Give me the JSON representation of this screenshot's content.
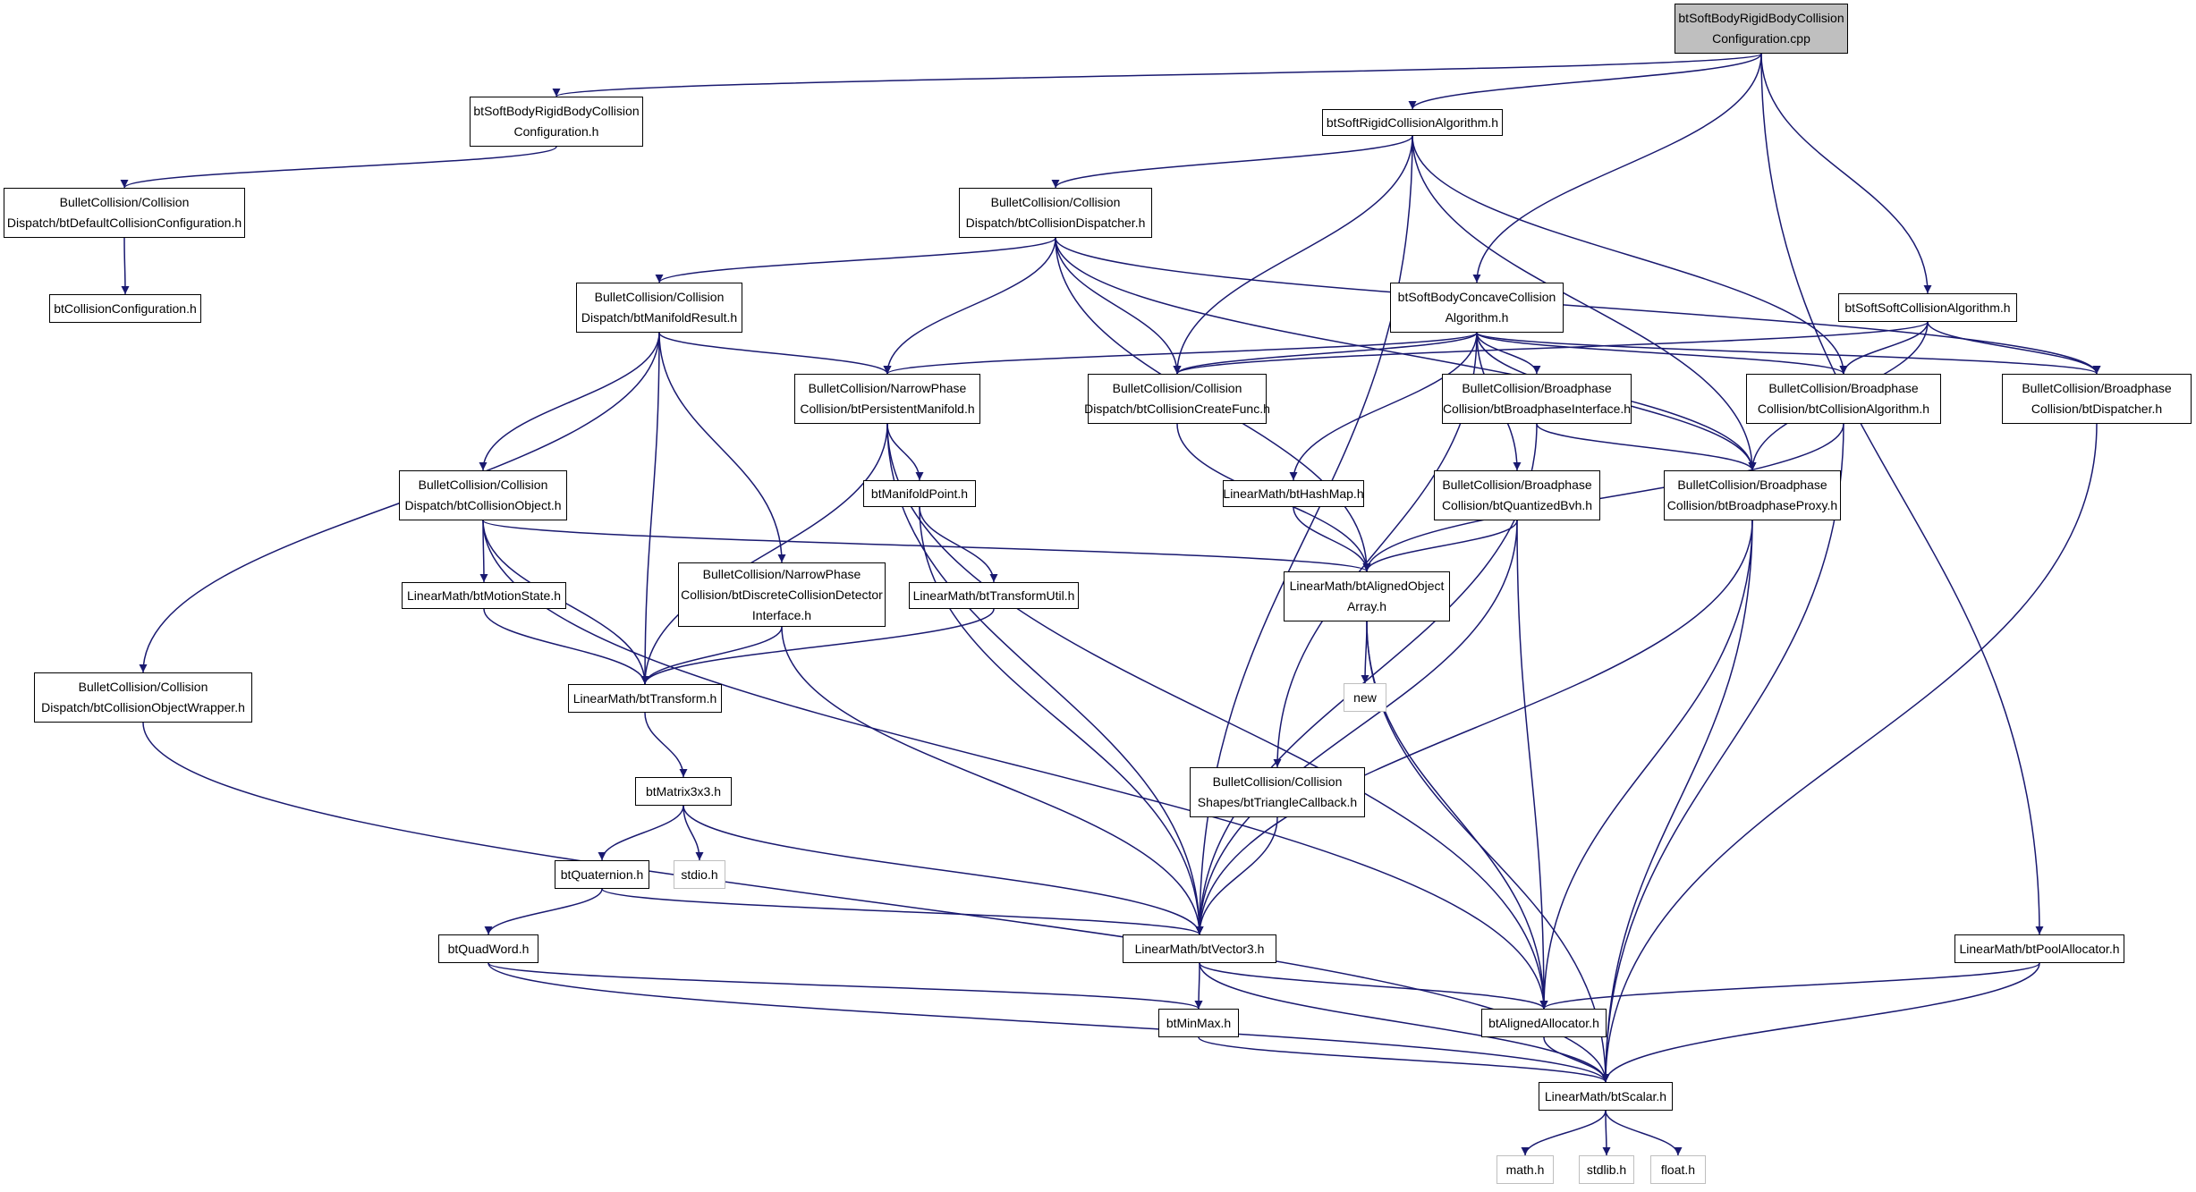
{
  "colors": {
    "edge": "#191970",
    "root_fill": "#bfbfbf",
    "node_border": "#000000",
    "external_border": "#bfbfbf"
  },
  "nodes": [
    {
      "id": "root",
      "label": "btSoftBodyRigidBodyCollision\nConfiguration.cpp",
      "kind": "root"
    },
    {
      "id": "sbrbConfH",
      "label": "btSoftBodyRigidBodyCollision\nConfiguration.h",
      "kind": "file"
    },
    {
      "id": "softRigidAlgo",
      "label": "btSoftRigidCollisionAlgorithm.h",
      "kind": "file"
    },
    {
      "id": "defaultConfig",
      "label": "BulletCollision/Collision\nDispatch/btDefaultCollisionConfiguration.h",
      "kind": "file"
    },
    {
      "id": "collisionConfig",
      "label": "btCollisionConfiguration.h",
      "kind": "file"
    },
    {
      "id": "collisionDispatcher",
      "label": "BulletCollision/Collision\nDispatch/btCollisionDispatcher.h",
      "kind": "file"
    },
    {
      "id": "manifoldResult",
      "label": "BulletCollision/Collision\nDispatch/btManifoldResult.h",
      "kind": "file"
    },
    {
      "id": "concaveAlgo",
      "label": "btSoftBodyConcaveCollision\nAlgorithm.h",
      "kind": "file"
    },
    {
      "id": "softSoftAlgo",
      "label": "btSoftSoftCollisionAlgorithm.h",
      "kind": "file"
    },
    {
      "id": "persistentManifold",
      "label": "BulletCollision/NarrowPhase\nCollision/btPersistentManifold.h",
      "kind": "file"
    },
    {
      "id": "createFunc",
      "label": "BulletCollision/Collision\nDispatch/btCollisionCreateFunc.h",
      "kind": "file"
    },
    {
      "id": "broadphaseInterface",
      "label": "BulletCollision/Broadphase\nCollision/btBroadphaseInterface.h",
      "kind": "file"
    },
    {
      "id": "bpCollisionAlgo",
      "label": "BulletCollision/Broadphase\nCollision/btCollisionAlgorithm.h",
      "kind": "file"
    },
    {
      "id": "bpDispatcher",
      "label": "BulletCollision/Broadphase\nCollision/btDispatcher.h",
      "kind": "file"
    },
    {
      "id": "collisionObject",
      "label": "BulletCollision/Collision\nDispatch/btCollisionObject.h",
      "kind": "file"
    },
    {
      "id": "manifoldPoint",
      "label": "btManifoldPoint.h",
      "kind": "file"
    },
    {
      "id": "hashMap",
      "label": "LinearMath/btHashMap.h",
      "kind": "file"
    },
    {
      "id": "quantizedBvh",
      "label": "BulletCollision/Broadphase\nCollision/btQuantizedBvh.h",
      "kind": "file"
    },
    {
      "id": "broadphaseProxy",
      "label": "BulletCollision/Broadphase\nCollision/btBroadphaseProxy.h",
      "kind": "file"
    },
    {
      "id": "motionState",
      "label": "LinearMath/btMotionState.h",
      "kind": "file"
    },
    {
      "id": "discreteDetector",
      "label": "BulletCollision/NarrowPhase\nCollision/btDiscreteCollisionDetector\nInterface.h",
      "kind": "file"
    },
    {
      "id": "transformUtil",
      "label": "LinearMath/btTransformUtil.h",
      "kind": "file"
    },
    {
      "id": "alignedObjectArray",
      "label": "LinearMath/btAlignedObject\nArray.h",
      "kind": "file"
    },
    {
      "id": "objectWrapper",
      "label": "BulletCollision/Collision\nDispatch/btCollisionObjectWrapper.h",
      "kind": "file"
    },
    {
      "id": "transform",
      "label": "LinearMath/btTransform.h",
      "kind": "file"
    },
    {
      "id": "new",
      "label": "new",
      "kind": "external"
    },
    {
      "id": "triangleCallback",
      "label": "BulletCollision/Collision\nShapes/btTriangleCallback.h",
      "kind": "file"
    },
    {
      "id": "matrix3x3",
      "label": "btMatrix3x3.h",
      "kind": "file"
    },
    {
      "id": "quaternion",
      "label": "btQuaternion.h",
      "kind": "file"
    },
    {
      "id": "stdio",
      "label": "stdio.h",
      "kind": "external"
    },
    {
      "id": "vector3",
      "label": "LinearMath/btVector3.h",
      "kind": "file"
    },
    {
      "id": "poolAllocator",
      "label": "LinearMath/btPoolAllocator.h",
      "kind": "file"
    },
    {
      "id": "quadWord",
      "label": "btQuadWord.h",
      "kind": "file"
    },
    {
      "id": "minMax",
      "label": "btMinMax.h",
      "kind": "file"
    },
    {
      "id": "alignedAllocator",
      "label": "btAlignedAllocator.h",
      "kind": "file"
    },
    {
      "id": "scalar",
      "label": "LinearMath/btScalar.h",
      "kind": "file"
    },
    {
      "id": "math",
      "label": "math.h",
      "kind": "external"
    },
    {
      "id": "stdlib",
      "label": "stdlib.h",
      "kind": "external"
    },
    {
      "id": "float",
      "label": "float.h",
      "kind": "external"
    }
  ],
  "edges": [
    [
      "root",
      "sbrbConfH"
    ],
    [
      "root",
      "softRigidAlgo"
    ],
    [
      "root",
      "concaveAlgo"
    ],
    [
      "root",
      "softSoftAlgo"
    ],
    [
      "root",
      "poolAllocator"
    ],
    [
      "sbrbConfH",
      "defaultConfig"
    ],
    [
      "defaultConfig",
      "collisionConfig"
    ],
    [
      "softRigidAlgo",
      "collisionDispatcher"
    ],
    [
      "softRigidAlgo",
      "createFunc"
    ],
    [
      "softRigidAlgo",
      "bpCollisionAlgo"
    ],
    [
      "softRigidAlgo",
      "broadphaseProxy"
    ],
    [
      "softRigidAlgo",
      "vector3"
    ],
    [
      "collisionDispatcher",
      "manifoldResult"
    ],
    [
      "collisionDispatcher",
      "persistentManifold"
    ],
    [
      "collisionDispatcher",
      "createFunc"
    ],
    [
      "collisionDispatcher",
      "bpDispatcher"
    ],
    [
      "collisionDispatcher",
      "broadphaseProxy"
    ],
    [
      "collisionDispatcher",
      "alignedObjectArray"
    ],
    [
      "manifoldResult",
      "persistentManifold"
    ],
    [
      "manifoldResult",
      "collisionObject"
    ],
    [
      "manifoldResult",
      "discreteDetector"
    ],
    [
      "manifoldResult",
      "transform"
    ],
    [
      "manifoldResult",
      "objectWrapper"
    ],
    [
      "concaveAlgo",
      "persistentManifold"
    ],
    [
      "concaveAlgo",
      "createFunc"
    ],
    [
      "concaveAlgo",
      "broadphaseInterface"
    ],
    [
      "concaveAlgo",
      "bpCollisionAlgo"
    ],
    [
      "concaveAlgo",
      "bpDispatcher"
    ],
    [
      "concaveAlgo",
      "broadphaseProxy"
    ],
    [
      "concaveAlgo",
      "hashMap"
    ],
    [
      "concaveAlgo",
      "quantizedBvh"
    ],
    [
      "concaveAlgo",
      "triangleCallback"
    ],
    [
      "softSoftAlgo",
      "createFunc"
    ],
    [
      "softSoftAlgo",
      "bpCollisionAlgo"
    ],
    [
      "softSoftAlgo",
      "bpDispatcher"
    ],
    [
      "softSoftAlgo",
      "broadphaseProxy"
    ],
    [
      "persistentManifold",
      "manifoldPoint"
    ],
    [
      "persistentManifold",
      "transform"
    ],
    [
      "persistentManifold",
      "vector3"
    ],
    [
      "persistentManifold",
      "alignedAllocator"
    ],
    [
      "createFunc",
      "alignedObjectArray"
    ],
    [
      "broadphaseInterface",
      "broadphaseProxy"
    ],
    [
      "broadphaseInterface",
      "vector3"
    ],
    [
      "bpCollisionAlgo",
      "alignedObjectArray"
    ],
    [
      "bpCollisionAlgo",
      "scalar"
    ],
    [
      "bpDispatcher",
      "scalar"
    ],
    [
      "collisionObject",
      "motionState"
    ],
    [
      "collisionObject",
      "transform"
    ],
    [
      "collisionObject",
      "alignedObjectArray"
    ],
    [
      "collisionObject",
      "alignedAllocator"
    ],
    [
      "manifoldPoint",
      "transformUtil"
    ],
    [
      "manifoldPoint",
      "vector3"
    ],
    [
      "hashMap",
      "alignedObjectArray"
    ],
    [
      "quantizedBvh",
      "alignedObjectArray"
    ],
    [
      "quantizedBvh",
      "vector3"
    ],
    [
      "quantizedBvh",
      "alignedAllocator"
    ],
    [
      "broadphaseProxy",
      "vector3"
    ],
    [
      "broadphaseProxy",
      "alignedAllocator"
    ],
    [
      "broadphaseProxy",
      "scalar"
    ],
    [
      "motionState",
      "transform"
    ],
    [
      "discreteDetector",
      "transform"
    ],
    [
      "discreteDetector",
      "vector3"
    ],
    [
      "transformUtil",
      "transform"
    ],
    [
      "alignedObjectArray",
      "new"
    ],
    [
      "alignedObjectArray",
      "alignedAllocator"
    ],
    [
      "alignedObjectArray",
      "scalar"
    ],
    [
      "objectWrapper",
      "scalar"
    ],
    [
      "transform",
      "matrix3x3"
    ],
    [
      "triangleCallback",
      "vector3"
    ],
    [
      "matrix3x3",
      "quaternion"
    ],
    [
      "matrix3x3",
      "stdio"
    ],
    [
      "matrix3x3",
      "vector3"
    ],
    [
      "quaternion",
      "quadWord"
    ],
    [
      "quaternion",
      "vector3"
    ],
    [
      "quadWord",
      "minMax"
    ],
    [
      "quadWord",
      "scalar"
    ],
    [
      "vector3",
      "minMax"
    ],
    [
      "vector3",
      "alignedAllocator"
    ],
    [
      "vector3",
      "scalar"
    ],
    [
      "minMax",
      "scalar"
    ],
    [
      "alignedAllocator",
      "scalar"
    ],
    [
      "poolAllocator",
      "alignedAllocator"
    ],
    [
      "poolAllocator",
      "scalar"
    ],
    [
      "scalar",
      "math"
    ],
    [
      "scalar",
      "stdlib"
    ],
    [
      "scalar",
      "float"
    ]
  ]
}
